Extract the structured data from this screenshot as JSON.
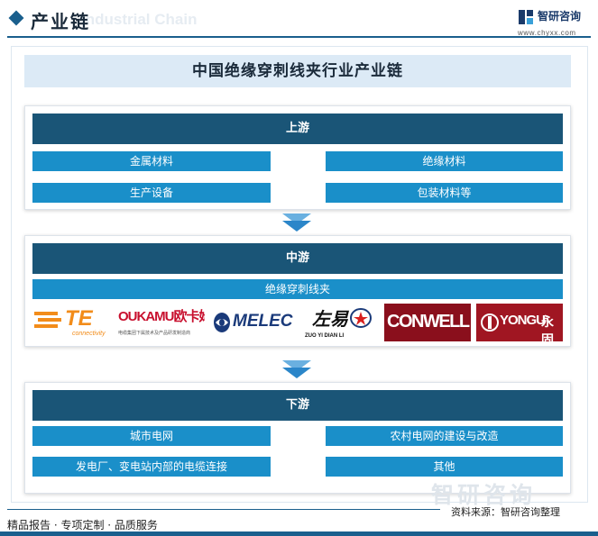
{
  "header": {
    "title": "产业链",
    "subtitle_en": "Industrial Chain",
    "brand_name": "智研咨询",
    "brand_url": "www.chyxx.com"
  },
  "diagram": {
    "title": "中国绝缘穿刺线夹行业产业链",
    "upstream": {
      "label": "上游",
      "items": [
        "金属材料",
        "绝缘材料",
        "生产设备",
        "包装材料等"
      ]
    },
    "midstream": {
      "label": "中游",
      "product": "绝缘穿刺线夹",
      "logos": [
        {
          "name": "TE",
          "sub": "connectivity"
        },
        {
          "name": "OUKAMU欧卡姆",
          "sub": "电缆集团下属技术及产品研发制造商"
        },
        {
          "name": "MELEC"
        },
        {
          "name": "左易",
          "sub": "ZUO YI DIAN LI"
        },
        {
          "name": "CONWELL"
        },
        {
          "name": "YONGU",
          "sub": "永固"
        }
      ]
    },
    "downstream": {
      "label": "下游",
      "items": [
        "城市电网",
        "农村电网的建设与改造",
        "发电厂、变电站内部的电缆连接",
        "其他"
      ]
    }
  },
  "footer": {
    "left": "精品报告 · 专项定制 · 品质服务",
    "source": "资料来源：智研咨询整理",
    "watermark": "智研咨询"
  },
  "colors": {
    "accent": "#1a5f8d",
    "section_bar": "#1a5577",
    "cell": "#1a8fc9",
    "title_bg": "#dceaf6"
  }
}
